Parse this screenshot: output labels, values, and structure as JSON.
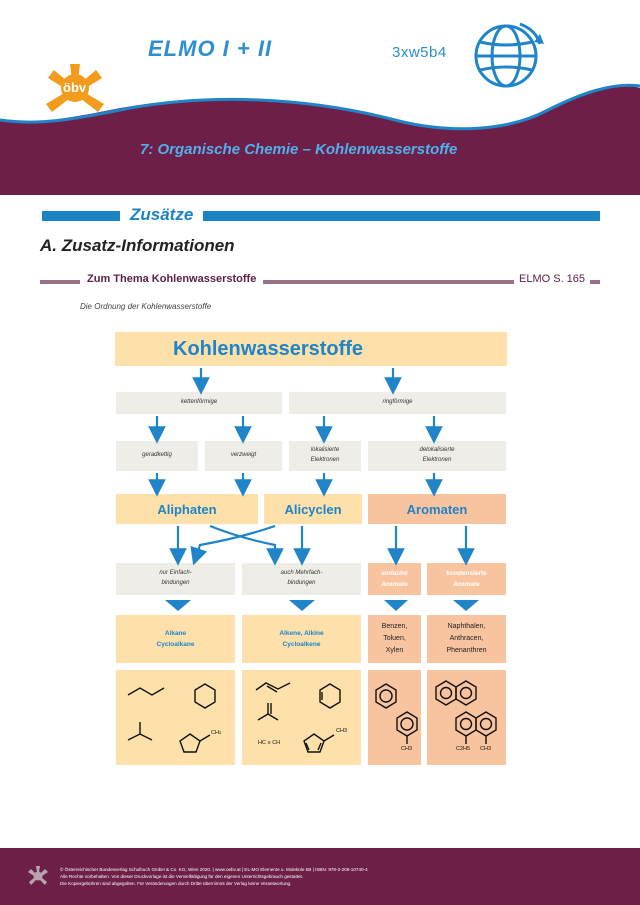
{
  "header": {
    "title": "ELMO I + II",
    "code": "3xw5b4",
    "logo": "öbv",
    "chapter": "7: Organische Chemie  –  Kohlenwasserstoffe",
    "colors": {
      "maroon": "#6d1f47",
      "blue": "#1f84c8",
      "orange": "#f29b1d"
    }
  },
  "section": {
    "label": "Zusätze"
  },
  "heading": "A. Zusatz-Informationen",
  "topic": {
    "label": "Zum Thema Kohlenwasserstoffe",
    "ref": "ELMO S. 165"
  },
  "subtitle": "Die Ordnung der Kohlenwasserstoffe",
  "diagram": {
    "root": "Kohlenwasserstoffe",
    "level1": [
      "kettenförmige",
      "ringförmige"
    ],
    "level2": [
      "geradkettig",
      "verzweigt",
      "lokalisierte Elektronen",
      "delokalisierte Elektronen"
    ],
    "classes": [
      "Aliphaten",
      "Alicyclen",
      "Aromaten"
    ],
    "bonds": [
      "nur Einfach-bindungen",
      "auch Mehrfach-bindungen",
      "einfache Aromate",
      "kondensierte Aromate"
    ],
    "examples": [
      "Alkane Cycloalkane",
      "Alkene, Alkine Cycloalkene",
      "Benzen, Toluen, Xylen",
      "Naphthalen, Anthracen, Phenanthren"
    ],
    "mol_labels": {
      "ch3_a": "CH",
      "ch3_a_sub": "3",
      "alkyne": "HC ≡ CH",
      "ch3_b": "CH3",
      "ch3_c": "CH3",
      "ch3_d": "CH3",
      "c2h5": "C2H5"
    }
  },
  "footer": {
    "lines": [
      "© Österreichischer Bundesverlag Schulbuch GmbH & Co. KG, Wien 2020. | www.oebv.at | EL-MO Elemente u. Moleküle 5B | ISBN: 978-3-209-10740-4",
      "Alle Rechte vorbehalten. Von dieser Druckvorlage ist die Vervielfältigung für den eigenen Unterrichtsgebrauch gestattet.",
      "Die Kopiergebühren sind abgegolten. Für Veränderungen durch Dritte übernimmt der Verlag keine Verantwortung."
    ]
  }
}
